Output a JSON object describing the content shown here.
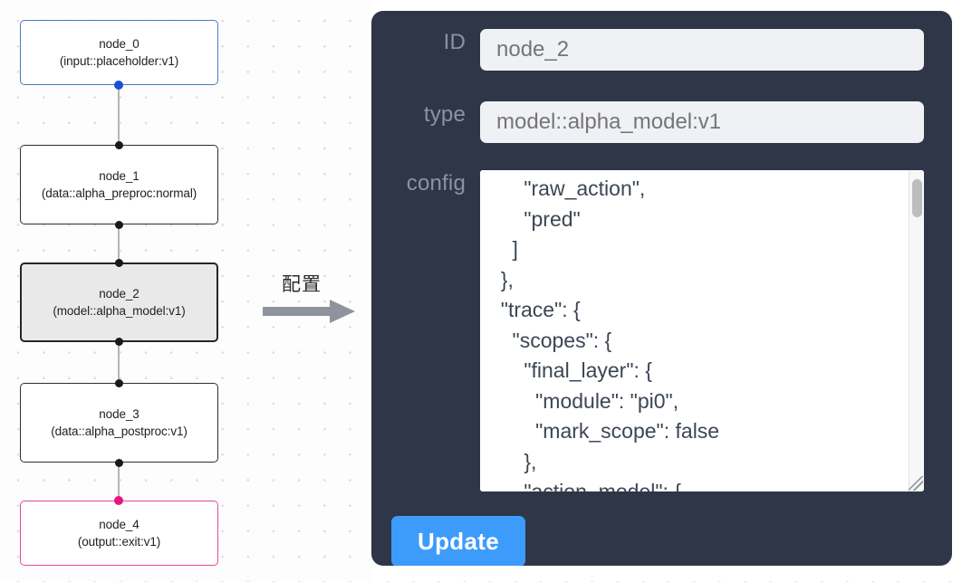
{
  "graph": {
    "nodes": [
      {
        "id": "node_0",
        "type": "(input::placeholder:v1)",
        "style": "input"
      },
      {
        "id": "node_1",
        "type": "(data::alpha_preproc:normal)",
        "style": "default"
      },
      {
        "id": "node_2",
        "type": "(model::alpha_model:v1)",
        "style": "selected"
      },
      {
        "id": "node_3",
        "type": "(data::alpha_postproc:v1)",
        "style": "default"
      },
      {
        "id": "node_4",
        "type": "(output::exit:v1)",
        "style": "output"
      }
    ]
  },
  "arrow": {
    "label": "配置",
    "icon": "arrow-right-icon"
  },
  "inspector": {
    "fields": {
      "id": {
        "label": "ID",
        "value": "node_2",
        "placeholder": "node_2"
      },
      "type": {
        "label": "type",
        "value": "model::alpha_model:v1",
        "placeholder": "model::alpha_model:v1"
      },
      "config": {
        "label": "config",
        "value": "      \"raw_action\",\n      \"pred\"\n    ]\n  },\n  \"trace\": {\n    \"scopes\": {\n      \"final_layer\": {\n        \"module\": \"pi0\",\n        \"mark_scope\": false\n      },\n      \"action_model\": {"
      }
    },
    "update_button": {
      "label": "Update"
    },
    "scrollbar": {
      "name": "config-scrollbar"
    }
  },
  "colors": {
    "panel_bg": "#2e3648",
    "input_bg": "#eff1f5",
    "accent_button": "#3d9bfb",
    "node_input_border": "#4a7cc7",
    "node_output_border": "#e4479a",
    "node_selected_fill": "#e9e9e9",
    "edge": "#b6b6b6",
    "port": "#1a1a1a"
  }
}
